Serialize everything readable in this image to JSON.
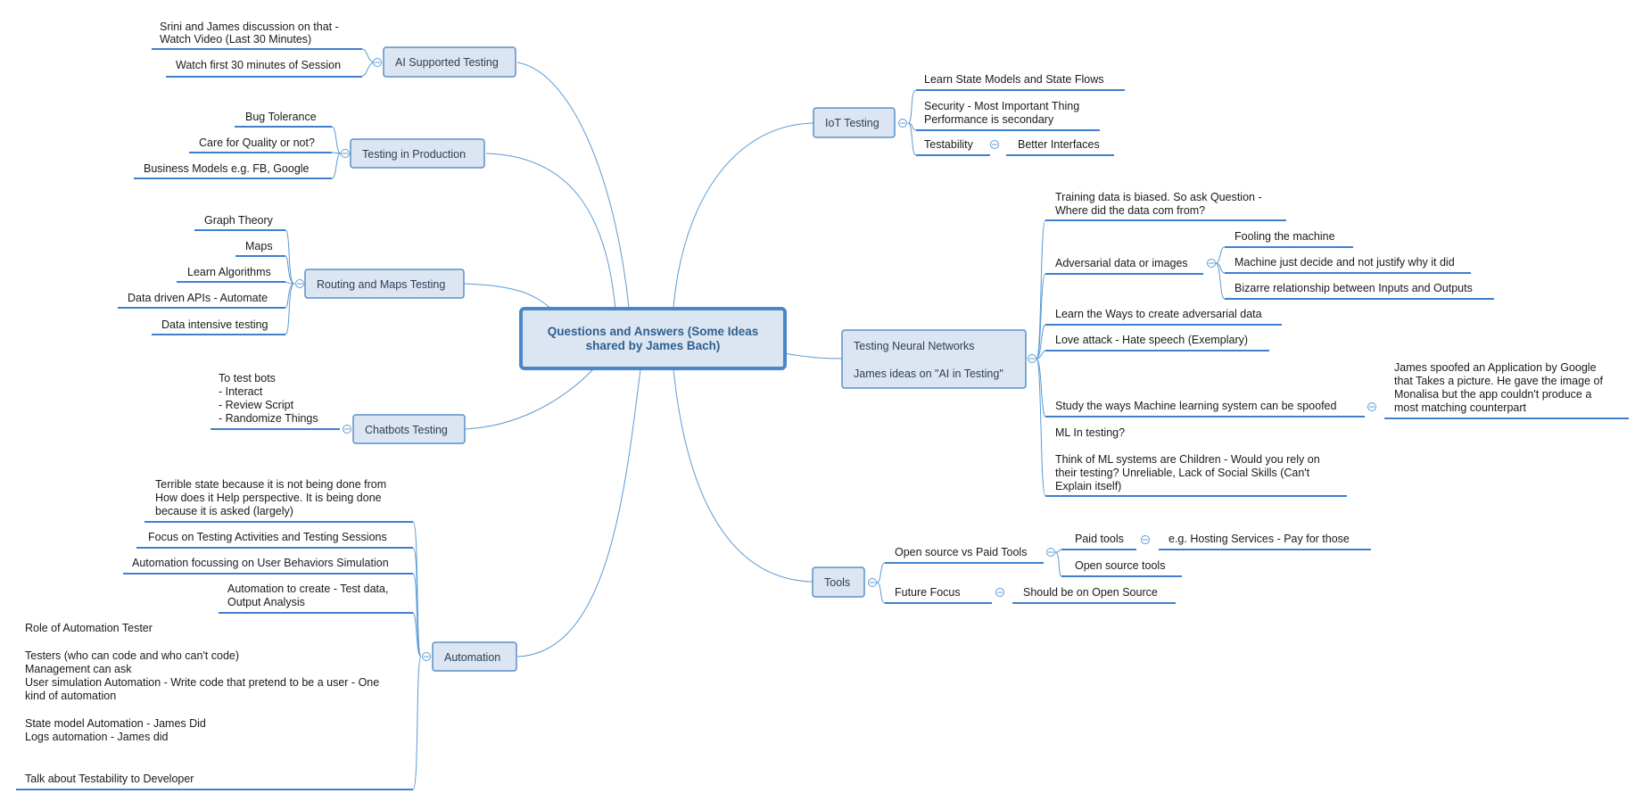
{
  "root": {
    "lines": [
      "Questions and Answers (Some Ideas",
      "shared by James Bach)"
    ]
  },
  "branches": {
    "ai": {
      "label": "AI Supported Testing",
      "items": [
        [
          "Srini and James discussion on that -",
          "Watch Video (Last 30 Minutes)"
        ],
        [
          "Watch first 30 minutes of Session"
        ]
      ]
    },
    "prod": {
      "label": "Testing in Production",
      "items": [
        [
          "Bug Tolerance"
        ],
        [
          "Care for Quality or not?"
        ],
        [
          "Business Models e.g. FB, Google"
        ]
      ]
    },
    "routing": {
      "label": "Routing and Maps Testing",
      "items": [
        [
          "Graph Theory"
        ],
        [
          "Maps"
        ],
        [
          "Learn Algorithms"
        ],
        [
          "Data driven APIs - Automate"
        ],
        [
          "Data intensive testing"
        ]
      ]
    },
    "chatbots": {
      "label": "Chatbots Testing",
      "items": [
        [
          "To test bots",
          "- Interact",
          "- Review Script",
          "- Randomize Things"
        ]
      ]
    },
    "automation": {
      "label": "Automation",
      "items": [
        [
          "Terrible state because it is not being done from",
          "How does it Help perspective. It is being done",
          "because it is asked (largely)"
        ],
        [
          "Focus on Testing Activities and Testing Sessions"
        ],
        [
          "Automation focussing on User Behaviors Simulation"
        ],
        [
          "Automation to create - Test data,",
          "Output Analysis"
        ],
        [
          "Role of Automation Tester",
          "",
          "Testers (who can code and who can't code)",
          "Management can ask",
          "User simulation Automation - Write code that pretend to be a user - One",
          "kind of automation",
          "",
          "State model Automation - James Did",
          "Logs automation - James did",
          "",
          "",
          "Talk about Testability to Developer"
        ]
      ]
    },
    "iot": {
      "label": "IoT Testing",
      "items": [
        [
          "Learn State Models and State Flows"
        ],
        [
          "Security - Most Important Thing",
          "Performance is secondary"
        ],
        [
          "Testability"
        ]
      ],
      "testability_child": "Better Interfaces"
    },
    "neural": {
      "label_lines": [
        "Testing Neural Networks",
        "",
        "James ideas on \"AI in Testing\""
      ],
      "items": [
        [
          "Training data is biased. So ask Question -",
          "Where did the data com from?"
        ],
        [
          "Adversarial data or images"
        ],
        [
          "Learn the Ways to create adversarial data"
        ],
        [
          "Love attack - Hate speech (Exemplary)"
        ],
        [
          "Study the ways Machine learning system can be spoofed"
        ],
        [
          "ML In testing?",
          "",
          "Think of ML systems are Children - Would you rely on",
          "their testing? Unreliable, Lack of Social Skills (Can't",
          "Explain itself)"
        ]
      ],
      "adversarial_children": [
        [
          "Fooling the machine"
        ],
        [
          "Machine just decide and not justify why it did"
        ],
        [
          "Bizarre relationship between Inputs and Outputs"
        ]
      ],
      "spoof_child": [
        "James spoofed an Application by Google",
        "that Takes a picture. He gave the image of",
        "Monalisa but the app couldn't produce a",
        "most matching counterpart"
      ]
    },
    "tools": {
      "label": "Tools",
      "items": [
        [
          "Open source vs Paid Tools"
        ],
        [
          "Future Focus"
        ]
      ],
      "open_children": [
        [
          "Paid tools"
        ],
        [
          "Open source tools"
        ]
      ],
      "paid_child": [
        "e.g. Hosting Services - Pay for those"
      ],
      "future_child": [
        "Should be on Open Source"
      ]
    }
  }
}
